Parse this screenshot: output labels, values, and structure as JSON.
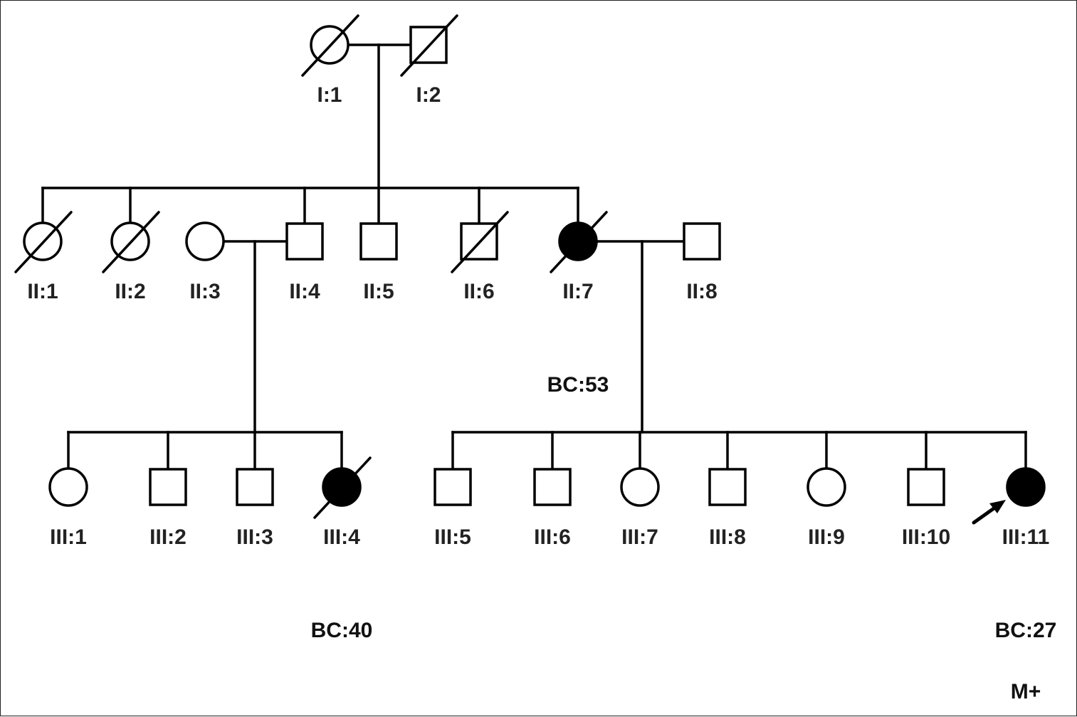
{
  "figure": {
    "type": "pedigree",
    "individuals": [
      {
        "id": "I:1",
        "generation": "I",
        "sex": "female",
        "affected": false,
        "deceased": true
      },
      {
        "id": "I:2",
        "generation": "I",
        "sex": "male",
        "affected": false,
        "deceased": true
      },
      {
        "id": "II:1",
        "generation": "II",
        "sex": "female",
        "affected": false,
        "deceased": true
      },
      {
        "id": "II:2",
        "generation": "II",
        "sex": "female",
        "affected": false,
        "deceased": true
      },
      {
        "id": "II:3",
        "generation": "II",
        "sex": "female",
        "affected": false,
        "deceased": false
      },
      {
        "id": "II:4",
        "generation": "II",
        "sex": "male",
        "affected": false,
        "deceased": false
      },
      {
        "id": "II:5",
        "generation": "II",
        "sex": "male",
        "affected": false,
        "deceased": false
      },
      {
        "id": "II:6",
        "generation": "II",
        "sex": "male",
        "affected": false,
        "deceased": true
      },
      {
        "id": "II:7",
        "generation": "II",
        "sex": "female",
        "affected": true,
        "deceased": true
      },
      {
        "id": "II:8",
        "generation": "II",
        "sex": "male",
        "affected": false,
        "deceased": false
      },
      {
        "id": "III:1",
        "generation": "III",
        "sex": "female",
        "affected": false,
        "deceased": false
      },
      {
        "id": "III:2",
        "generation": "III",
        "sex": "male",
        "affected": false,
        "deceased": false
      },
      {
        "id": "III:3",
        "generation": "III",
        "sex": "male",
        "affected": false,
        "deceased": false
      },
      {
        "id": "III:4",
        "generation": "III",
        "sex": "female",
        "affected": true,
        "deceased": true
      },
      {
        "id": "III:5",
        "generation": "III",
        "sex": "male",
        "affected": false,
        "deceased": false
      },
      {
        "id": "III:6",
        "generation": "III",
        "sex": "male",
        "affected": false,
        "deceased": false
      },
      {
        "id": "III:7",
        "generation": "III",
        "sex": "female",
        "affected": false,
        "deceased": false
      },
      {
        "id": "III:8",
        "generation": "III",
        "sex": "male",
        "affected": false,
        "deceased": false
      },
      {
        "id": "III:9",
        "generation": "III",
        "sex": "female",
        "affected": false,
        "deceased": false
      },
      {
        "id": "III:10",
        "generation": "III",
        "sex": "male",
        "affected": false,
        "deceased": false
      },
      {
        "id": "III:11",
        "generation": "III",
        "sex": "female",
        "affected": true,
        "deceased": false,
        "proband": true
      }
    ],
    "couples": [
      {
        "partners": [
          "I:1",
          "I:2"
        ],
        "children": [
          "II:1",
          "II:2",
          "II:4",
          "II:5",
          "II:6",
          "II:7"
        ]
      },
      {
        "partners": [
          "II:3",
          "II:4"
        ],
        "children": [
          "III:1",
          "III:2",
          "III:3",
          "III:4"
        ]
      },
      {
        "partners": [
          "II:7",
          "II:8"
        ],
        "children": [
          "III:5",
          "III:6",
          "III:7",
          "III:8",
          "III:9",
          "III:10",
          "III:11"
        ]
      }
    ],
    "annotations": [
      {
        "for": "II:7",
        "text": "BC:53"
      },
      {
        "for": "III:4",
        "text": "BC:40"
      },
      {
        "for": "III:11",
        "text": "BC:27"
      },
      {
        "for": "III:11",
        "text": "M+"
      }
    ],
    "colors": {
      "line": "#000000",
      "affected_fill": "#000000",
      "unaffected_fill": "#ffffff",
      "label": "#222222"
    }
  }
}
